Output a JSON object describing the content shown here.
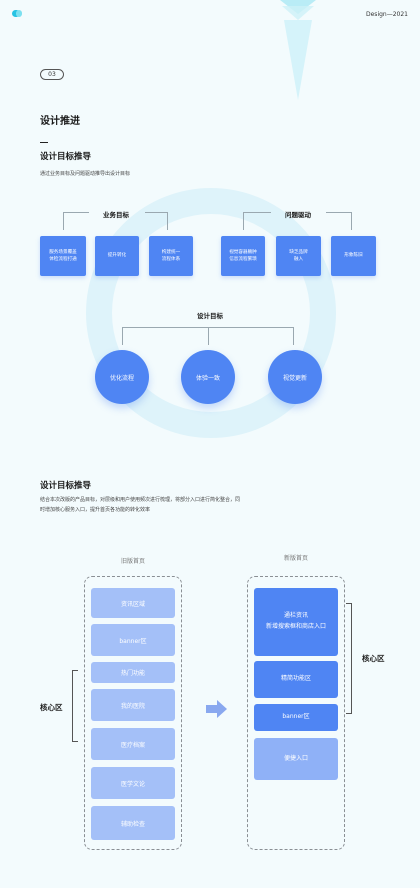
{
  "header": {
    "design_tag": "Design—2021"
  },
  "section": {
    "number": "03",
    "title": "设计推进"
  },
  "derivation1": {
    "title": "设计目标推导",
    "desc": "通过业务目标及问题驱动推导出设计目标",
    "business": {
      "label": "业务目标",
      "items": [
        "服务场景覆盖\n体检流程打通",
        "提升转化",
        "构建统一\n流程体系"
      ]
    },
    "problem": {
      "label": "问题驱动",
      "items": [
        "视觉容器臃肿\n信息流程繁琐",
        "缺乏品牌\n融入",
        "形象陈旧"
      ]
    },
    "goals": {
      "label": "设计目标",
      "items": [
        "优化流程",
        "体验一致",
        "视觉更新"
      ]
    }
  },
  "derivation2": {
    "title": "设计目标推导",
    "desc": "结合本次改版的产品目标，对层级和用户使用频次进行梳理，将部分入口进行简化整合，同时增加核心服务入口，提升首页各功能的转化效率",
    "old": {
      "title": "旧版首页",
      "items": [
        "资讯区域",
        "banner区",
        "热门功能",
        "我的医院",
        "医疗档案",
        "医学文论",
        "辅助检查"
      ]
    },
    "new": {
      "title": "新版首页",
      "items": [
        "通栏资讯\n新增搜索框和商店入口",
        "精简功能区",
        "banner区",
        "便捷入口"
      ]
    },
    "core_left": "核心区",
    "core_right": "核心区"
  }
}
